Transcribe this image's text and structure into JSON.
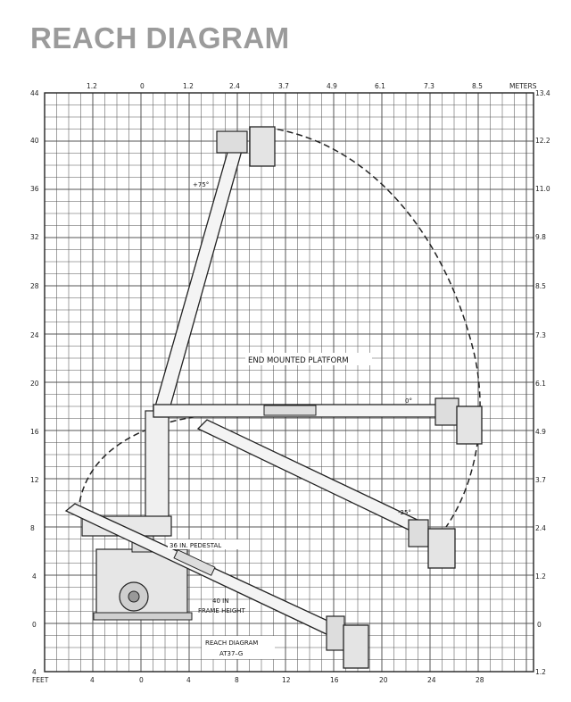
{
  "title": "REACH DIAGRAM",
  "colors": {
    "title": "#9b9b9b",
    "grid": "#555555",
    "line": "#222222"
  },
  "axes": {
    "left_label": "FEET",
    "right_label": "METERS",
    "left_ticks": [
      "44",
      "40",
      "36",
      "32",
      "28",
      "24",
      "20",
      "16",
      "12",
      "8",
      "4",
      "0",
      "4"
    ],
    "right_ticks": [
      "13.4",
      "12.2",
      "11.0",
      "9.8",
      "8.5",
      "7.3",
      "6.1",
      "4.9",
      "3.7",
      "2.4",
      "1.2",
      "0",
      "1.2"
    ],
    "top_ticks": [
      "1.2",
      "0",
      "1.2",
      "2.4",
      "3.7",
      "4.9",
      "6.1",
      "7.3",
      "8.5"
    ],
    "bottom_ticks": [
      "4",
      "0",
      "4",
      "8",
      "12",
      "16",
      "20",
      "24",
      "28"
    ]
  },
  "labels": {
    "envelope": "END MOUNTED PLATFORM",
    "angle_75": "+75°",
    "angle_0": "0°",
    "angle_m25": "-25°",
    "pedestal": "36 IN. PEDESTAL",
    "frame_1": "40 IN",
    "frame_2": "FRAME  HEIGHT",
    "model_1": "REACH  DIAGRAM",
    "model_2": "AT37–G"
  }
}
